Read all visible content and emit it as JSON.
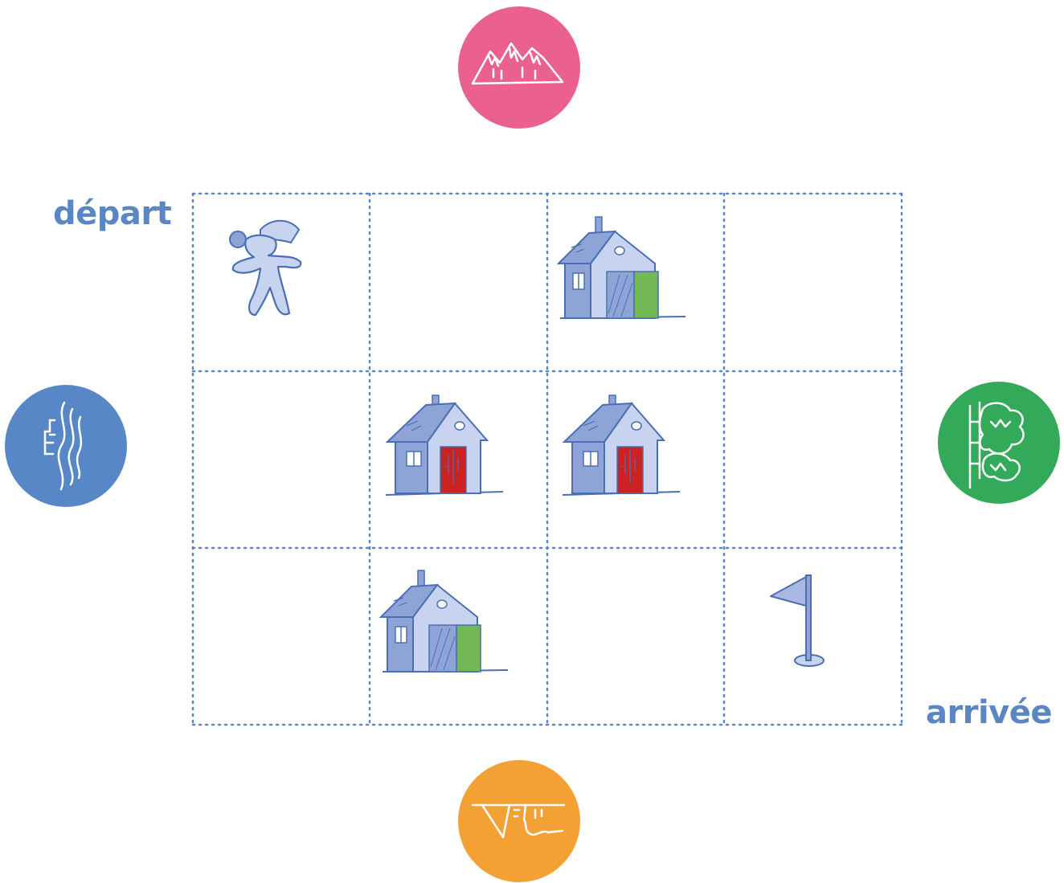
{
  "labels": {
    "start": "départ",
    "end": "arrivée"
  },
  "colors": {
    "label_blue": "#5a86c4",
    "grid_dots": "#5a86c4",
    "mountain": "#ea6190",
    "river": "#5887c7",
    "forest": "#33a95a",
    "cliff": "#f3a134",
    "house_wall": "#8fa4d6",
    "house_light": "#c8d3ef",
    "door_red": "#cc2222",
    "door_green": "#74b855"
  },
  "circles": [
    {
      "side": "top",
      "icon": "mountain-icon"
    },
    {
      "side": "left",
      "icon": "river-icon"
    },
    {
      "side": "right",
      "icon": "forest-icon"
    },
    {
      "side": "bottom",
      "icon": "cliff-icon"
    }
  ],
  "grid": {
    "rows": 3,
    "cols": 4,
    "cells": [
      [
        "character",
        "empty",
        "house-green",
        "empty"
      ],
      [
        "empty",
        "house-red",
        "house-red",
        "empty"
      ],
      [
        "empty",
        "house-green",
        "empty",
        "flag"
      ]
    ]
  }
}
